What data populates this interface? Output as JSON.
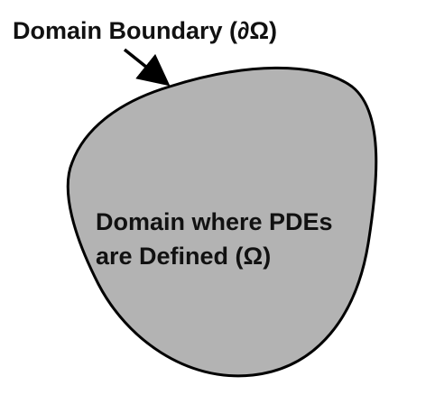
{
  "diagram": {
    "boundary_label": "Domain Boundary (∂Ω)",
    "domain_label_line1": "Domain where PDEs",
    "domain_label_line2": "are Defined (Ω)"
  },
  "colors": {
    "domain_fill": "#b3b3b3",
    "boundary_stroke": "#000000",
    "arrow": "#000000",
    "text": "#111111",
    "background": "#ffffff"
  }
}
